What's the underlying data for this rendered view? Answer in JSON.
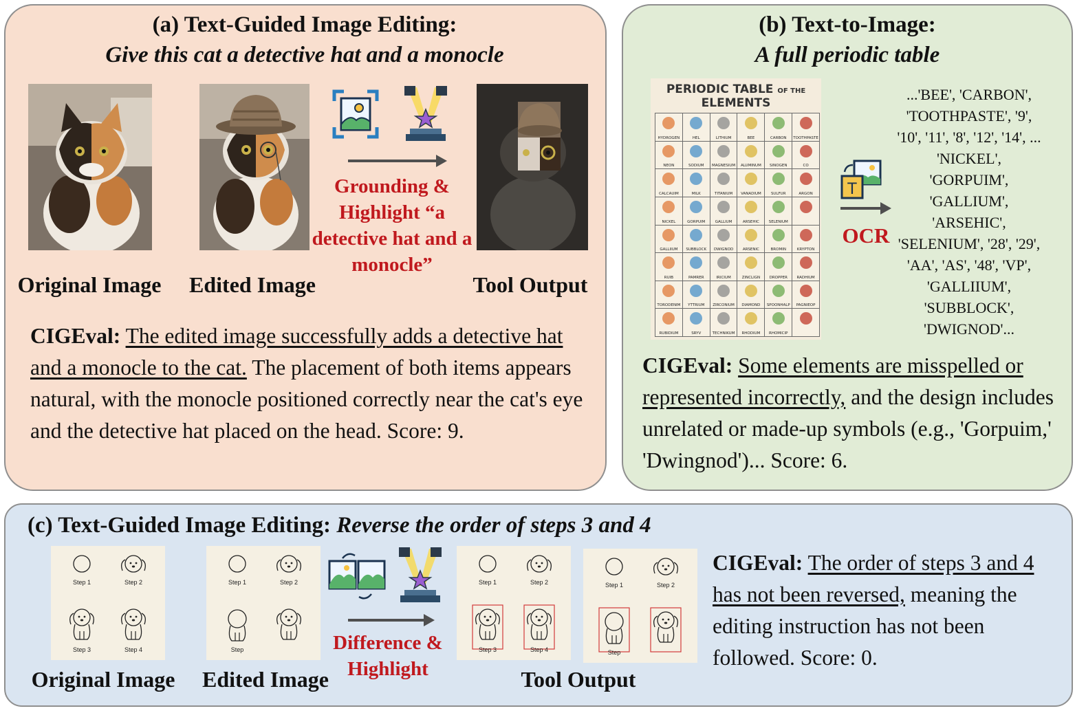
{
  "panel_a": {
    "title": "(a) Text-Guided Image Editing:",
    "instruction": "Give this cat a detective hat and a monocle",
    "tool_label": "Grounding & Highlight “a detective hat and a monocle”",
    "captions": [
      "Original Image",
      "Edited Image",
      "Tool Output"
    ],
    "cigeval_label": "CIGEval:",
    "cigeval_underlined": "The edited image successfully adds a detective hat and a monocle to the cat.",
    "cigeval_rest": " The placement of both items appears natural, with the monocle positioned correctly near the cat's eye and the detective hat placed on the head. Score: 9."
  },
  "panel_b": {
    "title": "(b) Text-to-Image:",
    "instruction": "A full periodic table",
    "periodic_title_1": "PERIODIC TABLE",
    "periodic_title_of": "OF THE",
    "periodic_title_2": "ELEMENTS",
    "tool_label": "OCR",
    "ocr_output": "...'BEE', 'CARBON', 'TOOTHPASTE', '9', '10', '11', '8', '12', '14', ... 'NICKEL', 'GORPUIM', 'GALLIUM', 'ARSEHIC', 'SELENIUM', '28', '29', 'AA', 'AS', '48', 'VP', 'GALLIIUM', 'SUBBLOCK', 'DWIGNOD'...",
    "periodic_cells": [
      "HYDROGEN",
      "HEL",
      "LITHIUM",
      "BEE",
      "CARBON",
      "TOOTHPASTE",
      "NEON",
      "SODIUM",
      "MAGNESIUM",
      "ALUMINUM",
      "SINOGEN",
      "CO",
      "CALCAUIM",
      "MILK",
      "TITANIUM",
      "VANADIUM",
      "SULFUR",
      "ARGON",
      "NICKEL",
      "GORPUIM",
      "GALLIUM",
      "ARSEHIC",
      "SELENIUM",
      "",
      "GALLIIUM",
      "SUBBLOCK",
      "DWIGNOD",
      "ARSENIC",
      "BROMIN",
      "KRYPTON",
      "RUIB",
      "PAMRER",
      "IRICIUM",
      "ZINCLIGN",
      "DROPPER",
      "RADHIUM",
      "TORODENIM",
      "YTTRIUM",
      "ZIRCONIUM",
      "DIAMOND",
      "SPOONHALP",
      "PAGNIEOP",
      "RUBIDIUM",
      "SRYV",
      "TECHNIKUM",
      "RHODIUM",
      "RHOMICIP",
      ""
    ],
    "cigeval_label": "CIGEval:",
    "cigeval_underlined": "Some elements are misspelled or represented incorrectly,",
    "cigeval_rest": " and the design includes unrelated or made-up symbols (e.g., 'Gorpuim,' 'Dwingnod')... Score: 6."
  },
  "panel_c": {
    "title": "(c) Text-Guided Image Editing:",
    "instruction": "Reverse the order of steps 3 and 4",
    "tool_label": "Difference & Highlight",
    "captions": [
      "Original Image",
      "Edited Image",
      "Tool Output"
    ],
    "original_steps": [
      "Step 1",
      "Step 2",
      "Step 3",
      "Step 4"
    ],
    "edited_steps": [
      "Step 1",
      "Step 2",
      "Step",
      ""
    ],
    "tool_steps": [
      "Step 1",
      "Step 2",
      "Step 3",
      "Step 4"
    ],
    "tool_steps_2": [
      "Step 1",
      "Step 2",
      "Step",
      ""
    ],
    "cigeval_label": "CIGEval:",
    "cigeval_underlined": "The order of steps 3 and 4 has not been reversed,",
    "cigeval_rest": " meaning the editing instruction has not been followed. Score: 0."
  },
  "colors": {
    "panel_a": "#f9dfcf",
    "panel_b": "#e1ecd6",
    "panel_c": "#dae5f1",
    "highlight_red": "#c0191e"
  }
}
